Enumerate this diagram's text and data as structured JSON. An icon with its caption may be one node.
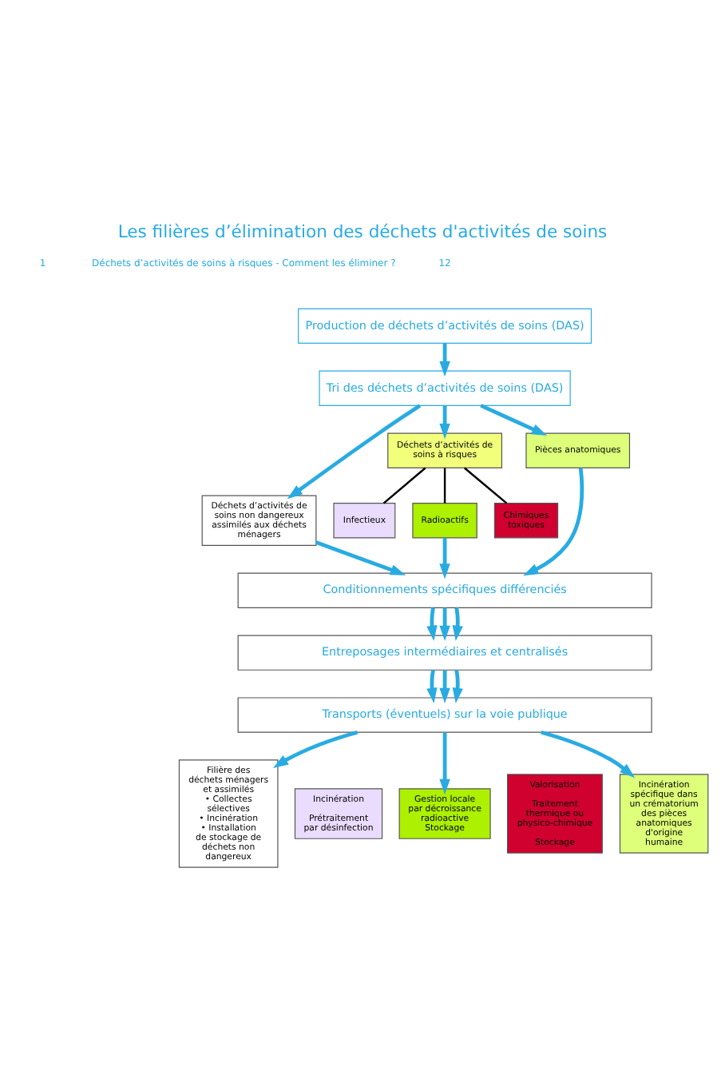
{
  "diagram": {
    "title": "Les filières d’élimination des déchets d'activités de soins",
    "nodes": [
      {
        "text": [
          "Production de déchets d’activités de soins (DAS)"
        ]
      },
      {
        "text": [
          "Tri des déchets d’activités de soins (DAS)"
        ]
      },
      {
        "text": [
          "Déchets d’activités de soins non dangereux assimilés aux déchets ménagers"
        ]
      },
      {
        "text": [
          "Déchets d’activités de soins à risques"
        ]
      },
      {
        "text": [
          "Pièces anatomiques"
        ]
      },
      {
        "text": [
          "Infectieux"
        ]
      },
      {
        "text": [
          "Radioactifs"
        ]
      },
      {
        "text": [
          "Chimiques toxiques"
        ]
      },
      {
        "text": [
          "Conditionnements spécifiques différenciés"
        ]
      },
      {
        "text": [
          "Entreposages intermédiaires et centralisés"
        ]
      },
      {
        "text": [
          "Transports (éventuels) sur la voie publique"
        ]
      },
      {
        "text": [
          "Filière des déchets ménagers et assimilés",
          "• Collectes sélectives",
          "• Incinération",
          "• Installation de stockage de déchets non dangereux"
        ]
      },
      {
        "text": [
          "Incinération",
          "Prétraitement par désinfection"
        ]
      },
      {
        "text": [
          "Gestion locale par décroissance radioactive",
          "Stockage"
        ]
      },
      {
        "text": [
          "Valorisation",
          "Traitement thermique ou physico-chimique",
          "Stockage"
        ]
      },
      {
        "text": [
          "Incinération spécifique dans un crématorium des pièces anatomiques d'origine humaine"
        ]
      }
    ],
    "edges": [
      {
        "from": 0,
        "to": 1,
        "arrow": "to"
      },
      {
        "from": 1,
        "to": 2,
        "arrow": "to"
      },
      {
        "from": 1,
        "to": 3,
        "arrow": "to"
      },
      {
        "from": 1,
        "to": 4,
        "arrow": "to"
      },
      {
        "from": 3,
        "to": 5,
        "arrow": "none",
        "color": "#000000"
      },
      {
        "from": 3,
        "to": 6,
        "arrow": "none",
        "color": "#000000"
      },
      {
        "from": 3,
        "to": 7,
        "arrow": "none",
        "color": "#000000"
      },
      {
        "from": 2,
        "to": 8,
        "arrow": "to"
      },
      {
        "from": 6,
        "to": 8,
        "arrow": "to"
      },
      {
        "from": 4,
        "to": 8,
        "arrow": "to"
      },
      {
        "from": 8,
        "to": 9,
        "arrow": "to"
      },
      {
        "from": 8,
        "to": 9,
        "arrow": "to"
      },
      {
        "from": 8,
        "to": 9,
        "arrow": "to"
      },
      {
        "from": 9,
        "to": 10,
        "arrow": "to"
      },
      {
        "from": 9,
        "to": 10,
        "arrow": "to"
      },
      {
        "from": 9,
        "to": 10,
        "arrow": "to"
      },
      {
        "from": 10,
        "to": 11,
        "arrow": "to"
      },
      {
        "from": 10,
        "to": 13,
        "arrow": "to"
      },
      {
        "from": 10,
        "to": 15,
        "arrow": "to"
      }
    ],
    "labels": [
      "1",
      "Déchets d’activités de soins à risques - Comment les éliminer ?",
      "12"
    ]
  }
}
